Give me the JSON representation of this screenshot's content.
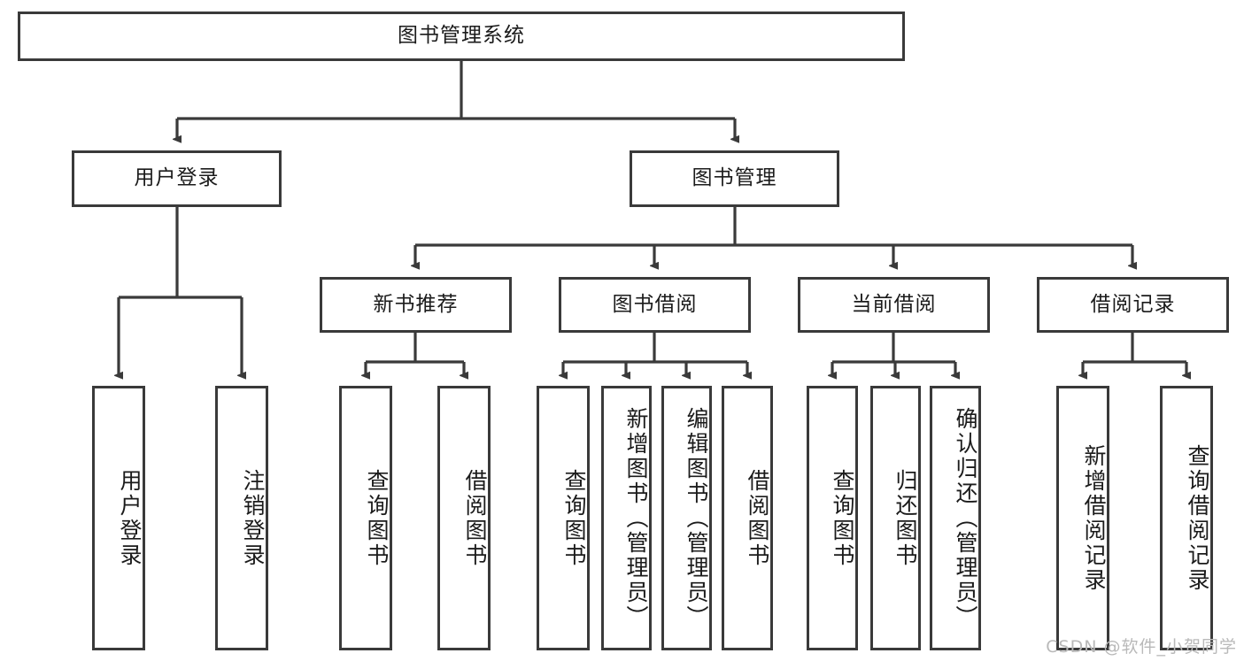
{
  "diagram": {
    "title": "图书管理系统",
    "type": "tree-hierarchy",
    "root": {
      "label": "图书管理系统"
    },
    "level2": [
      {
        "label": "用户登录"
      },
      {
        "label": "图书管理"
      }
    ],
    "level3": [
      {
        "label": "新书推荐"
      },
      {
        "label": "图书借阅"
      },
      {
        "label": "当前借阅"
      },
      {
        "label": "借阅记录"
      }
    ],
    "leaves": {
      "user_login": [
        {
          "label": "用户登录"
        },
        {
          "label": "注销登录"
        }
      ],
      "new_book_recommend": [
        {
          "label": "查询图书"
        },
        {
          "label": "借阅图书"
        }
      ],
      "book_borrow": [
        {
          "label": "查询图书"
        },
        {
          "label": "新增图书（管理员）"
        },
        {
          "label": "编辑图书（管理员）"
        },
        {
          "label": "借阅图书"
        }
      ],
      "current_borrow": [
        {
          "label": "查询图书"
        },
        {
          "label": "归还图书"
        },
        {
          "label": "确认归还（管理员）"
        }
      ],
      "borrow_record": [
        {
          "label": "新增借阅记录"
        },
        {
          "label": "查询借阅记录"
        }
      ]
    },
    "colors": {
      "stroke": "#3a3a3a",
      "text": "#1b1b1b",
      "background": "#ffffff",
      "watermark": "#b9b9b9"
    }
  },
  "watermark": {
    "text": "CSDN @软件_小贺同学"
  }
}
